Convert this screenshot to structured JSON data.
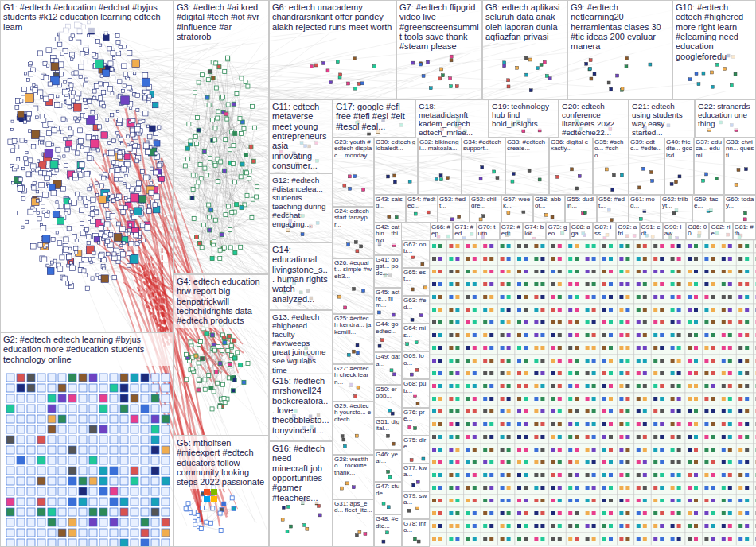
{
  "diagram": {
    "nodes": [
      {
        "text": [
          "G1: #edtech #education #edchat #byjus students #k12 education learning edtech learn"
        ]
      },
      {
        "text": [
          "G2: #edtech edtech learning #byjus education more #education students technology online"
        ]
      },
      {
        "text": [
          "G3: #edtech #ai kred #digital #tech #iot #vr #influence #ar stratorob"
        ]
      },
      {
        "text": [
          "G4: edtech education hrw report big benpatrickwill techchildrights data #edtech products"
        ]
      },
      {
        "text": [
          "G5: mtholfsen #mieexpert #edtech educators follow community looking steps 2022 passionate"
        ]
      },
      {
        "text": [
          "G6: edtech unacademy chandrarsrikant offer pandey alakh rejected runs meet worth"
        ]
      },
      {
        "text": [
          "G7: #edtech flipgrid video live #greenscreensummit tools save thank #steam please"
        ]
      },
      {
        "text": [
          "G8: edtech aplikasi seluruh data anak oleh laporan dunia aqfiazfan privasi"
        ]
      },
      {
        "text": [
          "G9: #edtech netlearning20 herramientas clases 30 #tic ideas 200 evaluar manera"
        ]
      },
      {
        "text": [
          "G10: #edtech edtech #highered more right learn #elearning need education googleforedu"
        ]
      },
      {
        "text": [
          "G11: edtech metaverse meet young entrepreneurs asia innovating consumer..."
        ]
      },
      {
        "text": [
          "G17: google #efl free #tefl #esl #elt #tesol #eal..."
        ]
      },
      {
        "text": [
          "G18: metaadidasnft kadem_edtech edtech_mrlee..."
        ]
      },
      {
        "text": [
          "G19: technology hub find bold_insights..."
        ]
      },
      {
        "text": [
          "G20: edtech conference iltatweets 2022 #edtechie22..."
        ]
      },
      {
        "text": [
          "G21: edtech using students way easy started..."
        ]
      },
      {
        "text": [
          "G22: stranerds education one thing..."
        ]
      },
      {
        "text": [
          "G12: #edtech #distancelea... students teaching during #edchat engaging..."
        ]
      },
      {
        "text": [
          "G14: educational livingstone_s... human rights watch analyzed..."
        ]
      },
      {
        "text": [
          "G13: #edtech #highered faculty #avtweeps great join come see wgulabs time"
        ]
      },
      {
        "text": [
          "G15: #edtech mrshowell24 bookcreatora... love thecobblesto... tonyvincent..."
        ]
      },
      {
        "text": [
          "G16: #edtech need minecraft job opportunities #gamer #teachers..."
        ]
      },
      {
        "text": [
          "G23: youth #edtech displac... monday"
        ]
      },
      {
        "text": [
          "G24: edtech start tanaypr..."
        ]
      },
      {
        "text": [
          "G26: #equalt... simple #web3..."
        ]
      },
      {
        "text": [
          "G25: #edtech kendra... jakemill..."
        ]
      },
      {
        "text": [
          "G27: #edtech check learn..."
        ]
      },
      {
        "text": [
          "G29: #edtech yoursto... edtech..."
        ]
      },
      {
        "text": [
          "G28: westtho... rockliffe... thank..."
        ]
      },
      {
        "text": [
          "G31: aps_ed... fleet_itc..."
        ]
      },
      {
        "text": [
          "G30: edtech globaledt..."
        ]
      },
      {
        "text": [
          "G32: blkinengi... makoala..."
        ]
      },
      {
        "text": [
          "G34: #edtech support..."
        ]
      },
      {
        "text": [
          "G33: #edtech create..."
        ]
      },
      {
        "text": [
          "G36: digital exactly..."
        ]
      },
      {
        "text": [
          "G35: #scho... #scho..."
        ]
      },
      {
        "text": [
          "G39: edtc... #edte..."
        ]
      },
      {
        "text": [
          "G40: friedte... gccisd..."
        ]
      },
      {
        "text": [
          "G37: educa... edumi..."
        ]
      },
      {
        "text": [
          "G38: etwinn... questi..."
        ]
      },
      {
        "text": [
          "G43: saisd..."
        ]
      },
      {
        "text": [
          "G54: #edtec..."
        ]
      },
      {
        "text": [
          "G53: #edt..."
        ]
      },
      {
        "text": [
          "G52: childre..."
        ]
      },
      {
        "text": [
          "G57: week..."
        ]
      },
      {
        "text": [
          "G58: abbot..."
        ]
      },
      {
        "text": [
          "G55: dudlin..."
        ]
      },
      {
        "text": [
          "G56: #edt..."
        ]
      },
      {
        "text": [
          "G61: mod..."
        ]
      },
      {
        "text": [
          "G62: trilbyt..."
        ]
      },
      {
        "text": [
          "G59: face..."
        ]
      },
      {
        "text": [
          "G60: today..."
        ]
      },
      {
        "text": [
          "G66: #ep..."
        ]
      },
      {
        "text": [
          "G71: #ed..."
        ]
      },
      {
        "text": [
          "G70: turn..."
        ]
      },
      {
        "text": [
          "G72: #edt..."
        ]
      },
      {
        "text": [
          "G74: bloc..."
        ]
      },
      {
        "text": [
          "G73: geo..."
        ]
      },
      {
        "text": [
          "G88: aga..."
        ]
      },
      {
        "text": [
          "G87: iss..."
        ]
      },
      {
        "text": [
          "G92: afri..."
        ]
      },
      {
        "text": [
          "G91: edt..."
        ]
      },
      {
        "text": [
          "G90: law..."
        ]
      },
      {
        "text": [
          "G86: 00..."
        ]
      },
      {
        "text": [
          "G82: rie..."
        ]
      },
      {
        "text": [
          "G81: #th..."
        ]
      },
      {
        "text": [
          "G42: cathin... thinki..."
        ]
      },
      {
        "text": [
          "G41: dogst... podc..."
        ]
      },
      {
        "text": [
          "G45: actre... film..."
        ]
      },
      {
        "text": [
          "G44: go edtec..."
        ]
      },
      {
        "text": [
          "G49: data..."
        ]
      },
      {
        "text": [
          "G50: erobb..."
        ]
      },
      {
        "text": [
          "G51: digital..."
        ]
      },
      {
        "text": [
          "G46: year..."
        ]
      },
      {
        "text": [
          "G47: stude..."
        ]
      },
      {
        "text": [
          "G48: #edte..."
        ]
      },
      {
        "text": [
          "G67: onb..."
        ]
      },
      {
        "text": [
          "G65: est..."
        ]
      },
      {
        "text": [
          "G63: #ed..."
        ]
      },
      {
        "text": [
          "G64: mis..."
        ]
      },
      {
        "text": [
          "G69: loo..."
        ]
      },
      {
        "text": [
          "G68: pub..."
        ]
      },
      {
        "text": [
          "G76: pre..."
        ]
      },
      {
        "text": [
          "G75: dire..."
        ]
      },
      {
        "text": [
          "G77: kwa..."
        ]
      },
      {
        "text": [
          "G79: swa..."
        ]
      },
      {
        "text": [
          "G78: info..."
        ]
      }
    ]
  }
}
